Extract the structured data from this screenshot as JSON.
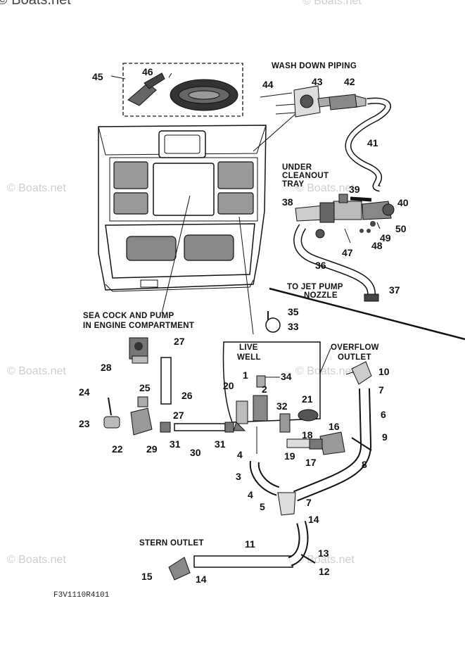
{
  "watermark": {
    "text": "© Boats.net",
    "top_text": "© Boats.net"
  },
  "labels": {
    "wash_down_piping": "WASH DOWN PIPING",
    "under_cleanout_tray_1": "UNDER",
    "under_cleanout_tray_2": "CLEANOUT",
    "under_cleanout_tray_3": "TRAY",
    "to_jet_pump_1": "TO JET PUMP",
    "to_jet_pump_2": "NOZZLE",
    "sea_cock_1": "SEA COCK AND PUMP",
    "sea_cock_2": "IN ENGINE COMPARTMENT",
    "live_well_1": "LIVE",
    "live_well_2": "WELL",
    "overflow_1": "OVERFLOW",
    "overflow_2": "OUTLET",
    "stern_outlet": "STERN OUTLET",
    "diagram_code": "F3V1110R4101"
  },
  "callouts": {
    "n1": "1",
    "n2": "2",
    "n3": "3",
    "n4a": "4",
    "n4b": "4",
    "n5": "5",
    "n6": "6",
    "n7a": "7",
    "n7b": "7",
    "n8": "8",
    "n9": "9",
    "n10": "10",
    "n11": "11",
    "n12": "12",
    "n13": "13",
    "n14a": "14",
    "n14b": "14",
    "n15": "15",
    "n16": "16",
    "n17": "17",
    "n18": "18",
    "n19": "19",
    "n20": "20",
    "n21": "21",
    "n22": "22",
    "n23": "23",
    "n24": "24",
    "n25": "25",
    "n26": "26",
    "n27a": "27",
    "n27b": "27",
    "n28": "28",
    "n29": "29",
    "n30": "30",
    "n31a": "31",
    "n31b": "31",
    "n32": "32",
    "n33": "33",
    "n34": "34",
    "n35": "35",
    "n36": "36",
    "n37": "37",
    "n38": "38",
    "n39": "39",
    "n40": "40",
    "n41": "41",
    "n42": "42",
    "n43": "43",
    "n44": "44",
    "n45": "45",
    "n46": "46",
    "n47": "47",
    "n48": "48",
    "n49": "49",
    "n50": "50"
  }
}
